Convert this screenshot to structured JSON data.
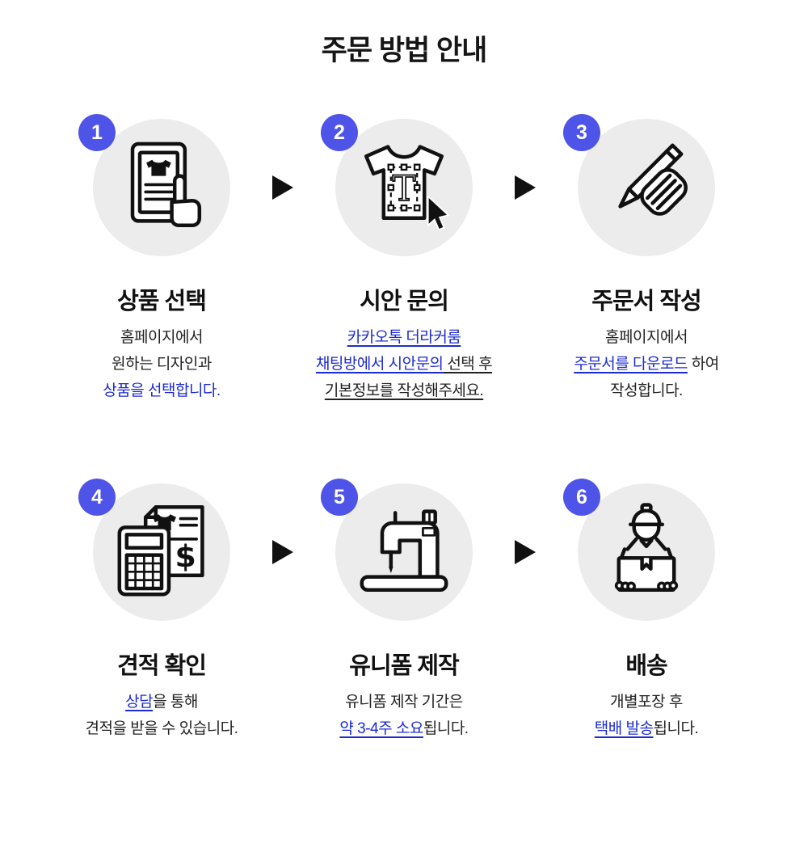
{
  "page": {
    "title": "주문 방법 안내"
  },
  "colors": {
    "badge_bg": "#4e54e8",
    "badge_text": "#ffffff",
    "link_blue": "#1c2bd3",
    "circle_bg": "#ececec",
    "icon_line": "#111111",
    "text": "#1a1a1a"
  },
  "icons": {
    "arrow": "arrow-right-icon",
    "step1": "tablet-product-select-icon",
    "step2": "tshirt-design-cursor-icon",
    "step3": "hand-writing-pen-icon",
    "step4": "calculator-invoice-icon",
    "step5": "sewing-machine-icon",
    "step6": "courier-box-icon"
  },
  "steps": [
    {
      "number": "1",
      "title": "상품 선택",
      "desc": [
        [
          {
            "t": "홈페이지에서"
          }
        ],
        [
          {
            "t": "원하는 디자인과"
          }
        ],
        [
          {
            "t": "상품을 선택합니다.",
            "s": "b"
          }
        ]
      ]
    },
    {
      "number": "2",
      "title": "시안 문의",
      "desc": [
        [
          {
            "t": "카카오톡 더라커룸",
            "s": "bu"
          }
        ],
        [
          {
            "t": "채팅방에서 시안문의",
            "s": "bu"
          },
          {
            "t": " 선택 후",
            "s": "u"
          }
        ],
        [
          {
            "t": "기본정보를 작성해주세요.",
            "s": "u"
          }
        ]
      ]
    },
    {
      "number": "3",
      "title": "주문서 작성",
      "desc": [
        [
          {
            "t": "홈페이지에서"
          }
        ],
        [
          {
            "t": "주문서를 다운로드",
            "s": "bu"
          },
          {
            "t": " 하여"
          }
        ],
        [
          {
            "t": "작성합니다."
          }
        ]
      ]
    },
    {
      "number": "4",
      "title": "견적 확인",
      "desc": [
        [
          {
            "t": "상담",
            "s": "bu"
          },
          {
            "t": "을 통해"
          }
        ],
        [
          {
            "t": "견적을 받을 수 있습니다."
          }
        ]
      ]
    },
    {
      "number": "5",
      "title": "유니폼 제작",
      "desc": [
        [
          {
            "t": "유니폼 제작 기간은"
          }
        ],
        [
          {
            "t": "약 3-4주 소요",
            "s": "bu"
          },
          {
            "t": "됩니다."
          }
        ]
      ]
    },
    {
      "number": "6",
      "title": "배송",
      "desc": [
        [
          {
            "t": "개별포장 후"
          }
        ],
        [
          {
            "t": "택배 발송",
            "s": "bu"
          },
          {
            "t": "됩니다."
          }
        ]
      ]
    }
  ]
}
